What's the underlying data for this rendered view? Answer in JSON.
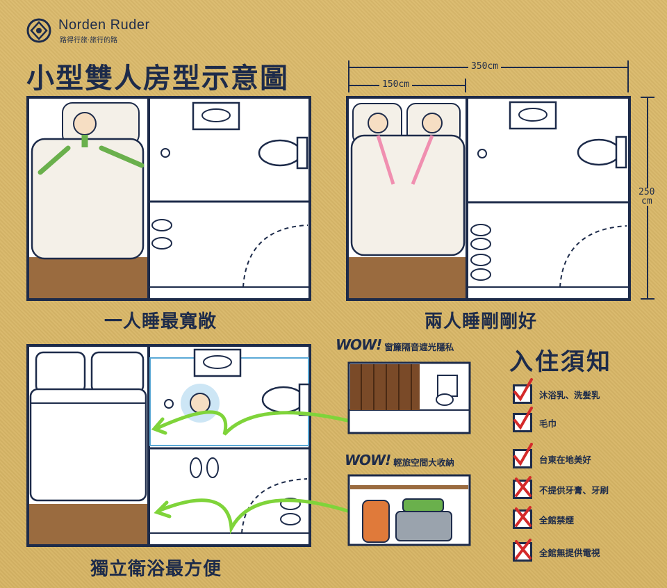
{
  "brand": {
    "name": "Norden Ruder",
    "tagline": "路得行旅·旅行的路"
  },
  "title": "小型雙人房型示意圖",
  "panels": {
    "single": {
      "caption": "一人睡最寬敞"
    },
    "double": {
      "caption": "兩人睡剛剛好",
      "width_total": "350cm",
      "width_bed": "150cm",
      "depth": "250",
      "depth_unit": "cm"
    },
    "bath": {
      "caption": "獨立衛浴最方便"
    }
  },
  "features": [
    {
      "badge": "WOW!",
      "label": "窗簾隔音遮光隱私"
    },
    {
      "badge": "WOW!",
      "label": "輕旅空間大收納"
    }
  ],
  "notice": {
    "title": "入住須知",
    "items": [
      {
        "label": "沐浴乳、洗髮乳",
        "status": "check"
      },
      {
        "label": "毛巾",
        "status": "check"
      },
      {
        "label": "台東在地美好",
        "status": "check"
      },
      {
        "label": "不提供牙膏、牙刷",
        "status": "cross"
      },
      {
        "label": "全館禁煙",
        "status": "cross"
      },
      {
        "label": "全館無提供電視",
        "status": "cross"
      }
    ]
  },
  "colors": {
    "navy": "#1d2b4a",
    "check_red": "#d42a2a",
    "arrow_green": "#7fd43a",
    "floor_brown": "#9a6b3f"
  }
}
